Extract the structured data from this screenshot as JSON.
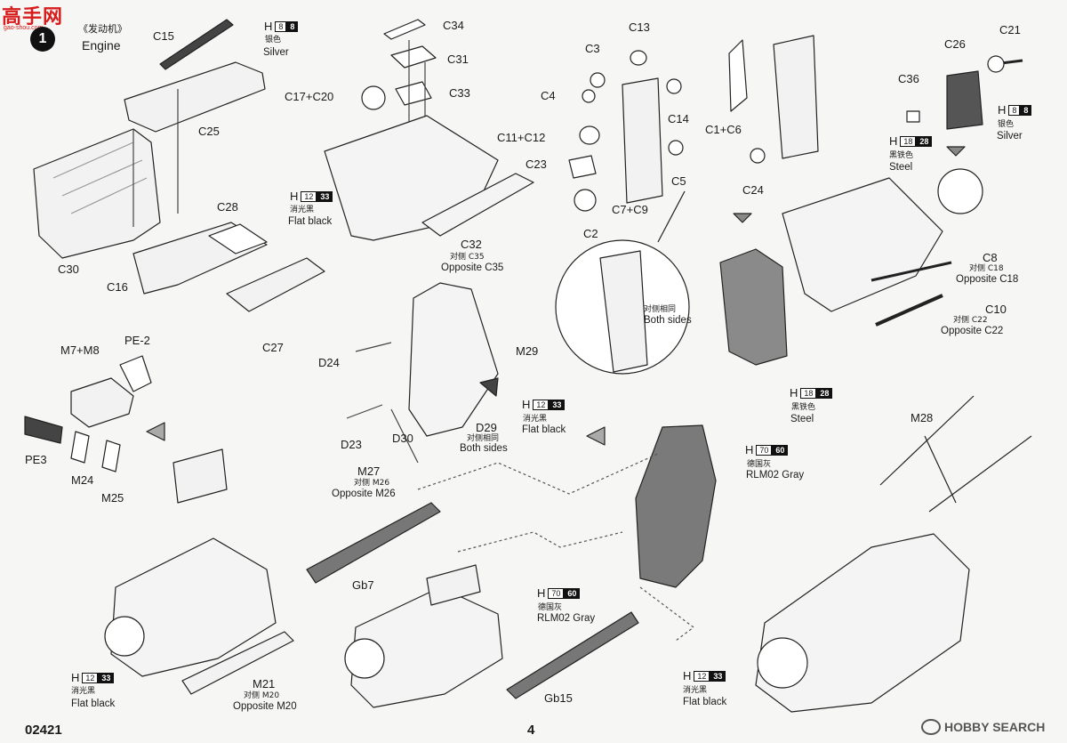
{
  "header": {
    "logo_text": "高手网",
    "logo_url": "gao-shou.com",
    "step_number": "1",
    "section_cn": "《发动机》",
    "section_en": "Engine"
  },
  "parts": {
    "C34": "C34",
    "C31": "C31",
    "C33": "C33",
    "C17_C20": "C17+C20",
    "C15": "C15",
    "C25": "C25",
    "C28": "C28",
    "C30": "C30",
    "C16": "C16",
    "C27": "C27",
    "C32": "C32",
    "C13": "C13",
    "C3": "C3",
    "C4": "C4",
    "C14": "C14",
    "C11_C12": "C11+C12",
    "C23": "C23",
    "C5": "C5",
    "C2": "C2",
    "C7_C9": "C7+C9",
    "C1_C6": "C1+C6",
    "C24": "C24",
    "C26": "C26",
    "C21": "C21",
    "C36": "C36",
    "C8": "C8",
    "C10": "C10",
    "M7_M8": "M7+M8",
    "PE2": "PE-2",
    "PE3": "PE3",
    "M24": "M24",
    "M25": "M25",
    "D24": "D24",
    "M29": "M29",
    "D23": "D23",
    "D30": "D30",
    "D29": "D29",
    "M27": "M27",
    "M28": "M28",
    "Gb7": "Gb7",
    "Gb15": "Gb15",
    "M21": "M21"
  },
  "notes": {
    "c32_opp_cn": "对侧 C35",
    "c32_opp_en": "Opposite C35",
    "c8_opp_cn": "对侧 C18",
    "c8_opp_en": "Opposite C18",
    "c10_opp_cn": "对侧 C22",
    "c10_opp_en": "Opposite C22",
    "d29_cn": "对侧相同",
    "d29_en": "Both sides",
    "detail_cn": "对侧相同",
    "detail_en": "Both sides",
    "m27_opp_cn": "对侧 M26",
    "m27_opp_en": "Opposite M26",
    "m21_opp_cn": "对侧 M20",
    "m21_opp_en": "Opposite M20"
  },
  "paints": {
    "silver_top": {
      "h": "H",
      "code1": "8",
      "code2": "8",
      "cn": "银色",
      "en": "Silver"
    },
    "silver_right": {
      "h": "H",
      "code1": "8",
      "code2": "8",
      "cn": "银色",
      "en": "Silver"
    },
    "flatblack_c32": {
      "h": "H",
      "code1": "12",
      "code2": "33",
      "cn": "消光黑",
      "en": "Flat black"
    },
    "steel_c26": {
      "h": "H",
      "code1": "18",
      "code2": "28",
      "cn": "黑铁色",
      "en": "Steel"
    },
    "steel_c1": {
      "h": "H",
      "code1": "18",
      "code2": "28",
      "cn": "黑铁色",
      "en": "Steel"
    },
    "flatblack_d29": {
      "h": "H",
      "code1": "12",
      "code2": "33",
      "cn": "消光黑",
      "en": "Flat black"
    },
    "rlm02_plate": {
      "h": "H",
      "code1": "70",
      "code2": "60",
      "cn": "德国灰",
      "en": "RLM02 Gray"
    },
    "rlm02_gb15": {
      "h": "H",
      "code1": "70",
      "code2": "60",
      "cn": "德国灰",
      "en": "RLM02 Gray"
    },
    "flatblack_left": {
      "h": "H",
      "code1": "12",
      "code2": "33",
      "cn": "消光黑",
      "en": "Flat black"
    },
    "flatblack_right": {
      "h": "H",
      "code1": "12",
      "code2": "33",
      "cn": "消光黑",
      "en": "Flat black"
    }
  },
  "footer": {
    "product_code": "02421",
    "page_number": "4",
    "watermark": "HOBBY SEARCH"
  },
  "colors": {
    "ink": "#1a1a1a",
    "gray_fill": "#8a8a8a",
    "logo_red": "#d81c1c"
  }
}
